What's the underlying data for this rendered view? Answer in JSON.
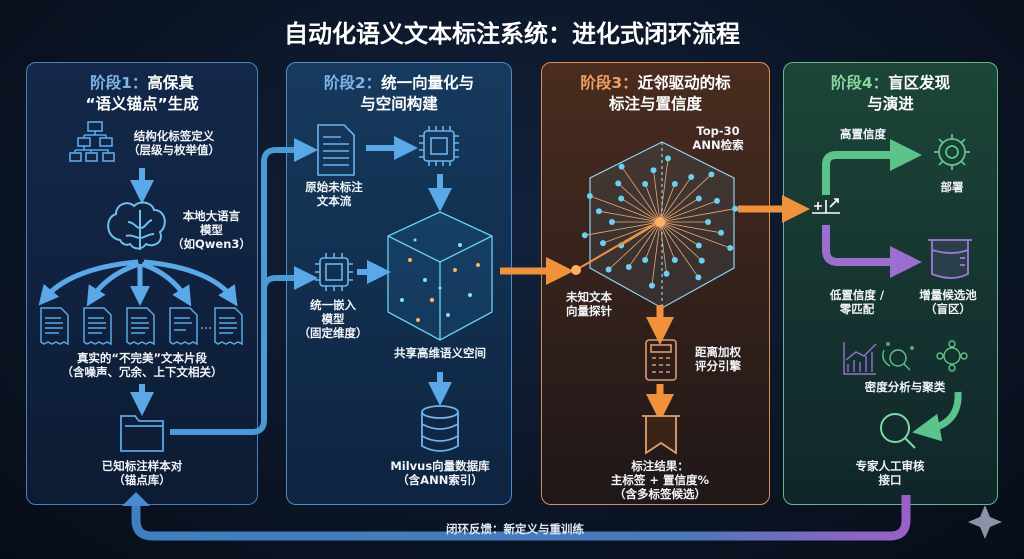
{
  "title": "自动化语义文本标注系统：进化式闭环流程",
  "stage1": {
    "tag": "阶段1：",
    "title_a": "高保真",
    "title_b": "“语义锚点”生成",
    "label_schema": [
      "结构化标签定义",
      "（层级与枚举值）"
    ],
    "label_llm": [
      "本地大语言",
      "模型",
      "（如Qwen3）"
    ],
    "label_snippets": [
      "真实的“不完美”文本片段",
      "（含噪声、冗余、上下文相关）"
    ],
    "label_anchor": [
      "已知标注样本对",
      "（锚点库）"
    ]
  },
  "stage2": {
    "tag": "阶段2：",
    "title_a": "统一向量化与",
    "title_b": "与空间构建",
    "label_stream": [
      "原始未标注",
      "文本流"
    ],
    "label_embed": [
      "统一嵌入",
      "模型",
      "（固定维度）"
    ],
    "label_space": "共享高维语义空间",
    "label_db": [
      "Milvus向量数据库",
      "（含ANN索引）"
    ]
  },
  "stage3": {
    "tag": "阶段3：",
    "title_a": "近邻驱动的标",
    "title_b": "标注与置信度",
    "label_ann": [
      "Top-30",
      "ANN检索"
    ],
    "label_probe": [
      "未知文本",
      "向量探针"
    ],
    "label_engine": [
      "距离加权",
      "评分引擎"
    ],
    "label_result": [
      "标注结果：",
      "主标签 + 置信度%",
      "（含多标签候选）"
    ]
  },
  "stage4": {
    "tag": "阶段4：",
    "title_a": "盲区发现",
    "title_b": "与演进",
    "label_high": "高置信度",
    "label_deploy": "部署",
    "label_low": [
      "低置信度 /",
      "零匹配"
    ],
    "label_pool": [
      "增量候选池",
      "（盲区）"
    ],
    "label_cluster": "密度分析与聚类",
    "label_review": [
      "专家人工审核",
      "接口"
    ]
  },
  "feedback": "闭环反馈：新定义与重训练",
  "colors": {
    "blue": "#5aa8e8",
    "orange": "#f0913c",
    "green": "#5cc48a",
    "purple": "#9b6fd0"
  }
}
